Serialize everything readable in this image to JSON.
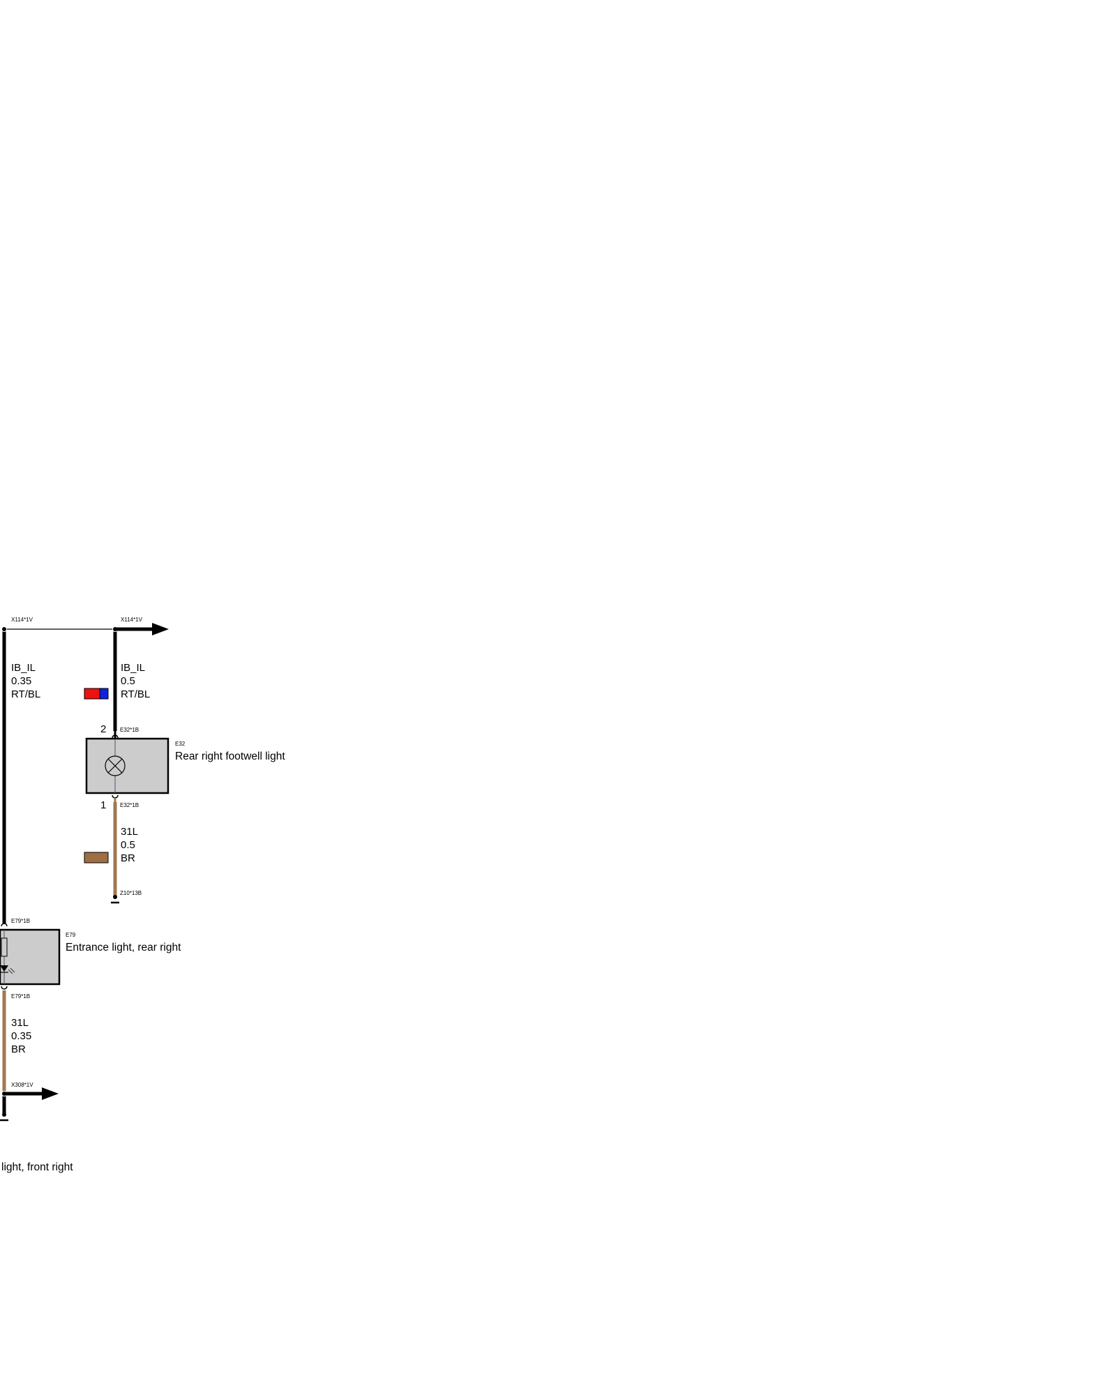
{
  "colors": {
    "wire_black": "#000000",
    "wire_brown": "#a07850",
    "component_fill": "#cccccc",
    "wire_red": "#ee1111",
    "wire_blue": "#1122dd",
    "swatch_brown": "#9e6e44"
  },
  "connectors": {
    "x114_left": "X114*1V",
    "x114_right": "X114*1V",
    "e32_top": "E32*1B",
    "e32_bottom": "E32*1B",
    "z10": "Z10*13B",
    "e79_top": "E79*1B",
    "e79_bottom": "E79*1B",
    "x308": "X308*1V"
  },
  "wires": {
    "left_upper": {
      "signal": "IB_IL",
      "gauge": "0.35",
      "color_code": "RT/BL"
    },
    "right_upper": {
      "signal": "IB_IL",
      "gauge": "0.5",
      "color_code": "RT/BL"
    },
    "right_lower": {
      "signal": "31L",
      "gauge": "0.5",
      "color_code": "BR"
    },
    "left_lower": {
      "signal": "31L",
      "gauge": "0.35",
      "color_code": "BR"
    }
  },
  "components": {
    "e32": {
      "id": "E32",
      "name": "Rear right footwell light",
      "pin_top": "2",
      "pin_bottom": "1",
      "icon": "lamp-icon"
    },
    "e79": {
      "id": "E79",
      "name": "Entrance light, rear right",
      "icon": "led-icon"
    }
  },
  "footer": {
    "partial_label": "light, front right"
  }
}
